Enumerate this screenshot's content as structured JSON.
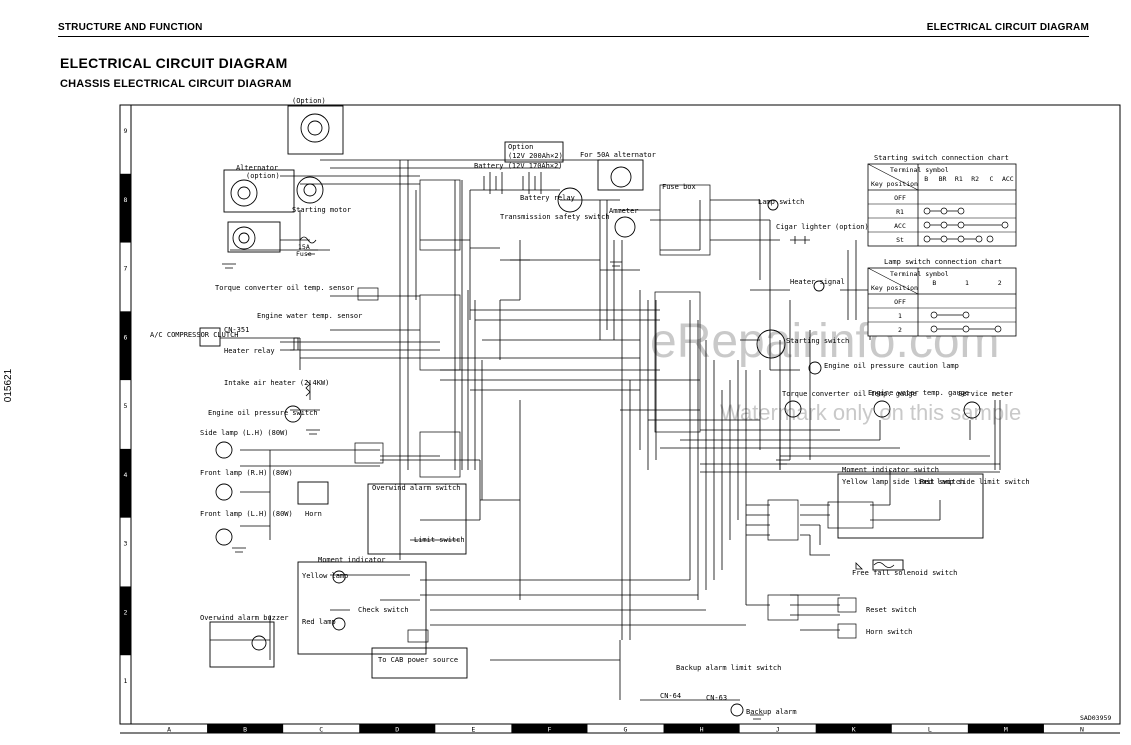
{
  "header": {
    "left": "STRUCTURE AND FUNCTION",
    "right": "ELECTRICAL CIRCUIT DIAGRAM"
  },
  "title": "ELECTRICAL CIRCUIT DIAGRAM",
  "subtitle": "CHASSIS ELECTRICAL CIRCUIT DIAGRAM",
  "side_code": "015621",
  "drawing_code": "SAD03959",
  "watermark": {
    "line1": "eRepairinfo.com",
    "line2": "Watermark only on this sample"
  },
  "grid": {
    "columns": [
      "A",
      "B",
      "C",
      "D",
      "E",
      "F",
      "G",
      "H",
      "J",
      "K",
      "L",
      "M",
      "N"
    ],
    "rows": [
      "9",
      "8",
      "7",
      "6",
      "5",
      "4",
      "3",
      "2",
      "1"
    ]
  },
  "components": {
    "option_top": "(Option)",
    "alternator": "Alternator",
    "alternator_option": "(option)",
    "starting_motor": "Starting motor",
    "fuse_15a": "15A",
    "fuse_label": "Fuse",
    "battery_option": "Option",
    "battery_option_spec": "(12V 200Ah×2)",
    "battery": "Battery (12V 170Ah×2)",
    "battery_relay": "Battery relay",
    "for_50a": "For 50A alternator",
    "fuse_box": "Fuse box",
    "ammeter": "Ammeter",
    "lamp_switch": "Lamp switch",
    "cigar_lighter": "Cigar lighter (option)",
    "transmission_safety": "Transmission safety switch",
    "torque_sensor": "Torque converter oil temp. sensor",
    "engine_water_sensor": "Engine water temp. sensor",
    "ac_compressor": "A/C COMPRESSOR CLUTCH",
    "cn351": "CN-351",
    "heater_relay": "Heater relay",
    "intake_heater": "Intake air heater (2.4KW)",
    "engine_oil_switch": "Engine oil pressure switch",
    "side_lamp": "Side lamp (L.H) (80W)",
    "front_lamp_rh": "Front lamp (R.H) (80W)",
    "front_lamp_lh": "Front lamp (L.H) (80W)",
    "horn": "Horn",
    "overwind_switch": "Overwind alarm switch",
    "limit_switch": "Limit switch",
    "moment_indicator": "Moment indicator",
    "yellow_lamp": "Yellow lamp",
    "red_lamp": "Red lamp",
    "check_switch": "Check switch",
    "overwind_buzzer": "Overwind alarm buzzer",
    "to_cab": "To CAB power source",
    "heater_signal": "Heater signal",
    "starting_switch": "Starting switch",
    "engine_oil_lamp": "Engine oil pressure caution lamp",
    "torque_gauge": "Torque converter oil temp. gauge",
    "engine_water_gauge": "Engine water temp. gauge",
    "service_meter": "Service meter",
    "moment_switch": "Moment indicator switch",
    "yellow_limit": "Yellow lamp side limit switch",
    "red_limit": "Red lamp side limit switch",
    "free_fall": "Free fall solenoid switch",
    "reset_switch": "Reset switch",
    "horn_switch": "Horn switch",
    "backup_limit": "Backup alarm limit switch",
    "backup_alarm": "Backup alarm",
    "cn64": "CN-64",
    "cn63": "CN-63"
  },
  "starting_chart": {
    "title": "Starting switch connection chart",
    "corner_top": "Terminal symbol",
    "corner_bottom": "Key position",
    "columns": [
      "B",
      "BR",
      "R1",
      "R2",
      "C",
      "ACC"
    ],
    "rows": [
      "OFF",
      "R1",
      "ACC",
      "St"
    ]
  },
  "lamp_chart": {
    "title": "Lamp switch connection chart",
    "corner_top": "Terminal symbol",
    "corner_bottom": "Key position",
    "columns": [
      "B",
      "1",
      "2"
    ],
    "rows": [
      "OFF",
      "1",
      "2"
    ]
  }
}
